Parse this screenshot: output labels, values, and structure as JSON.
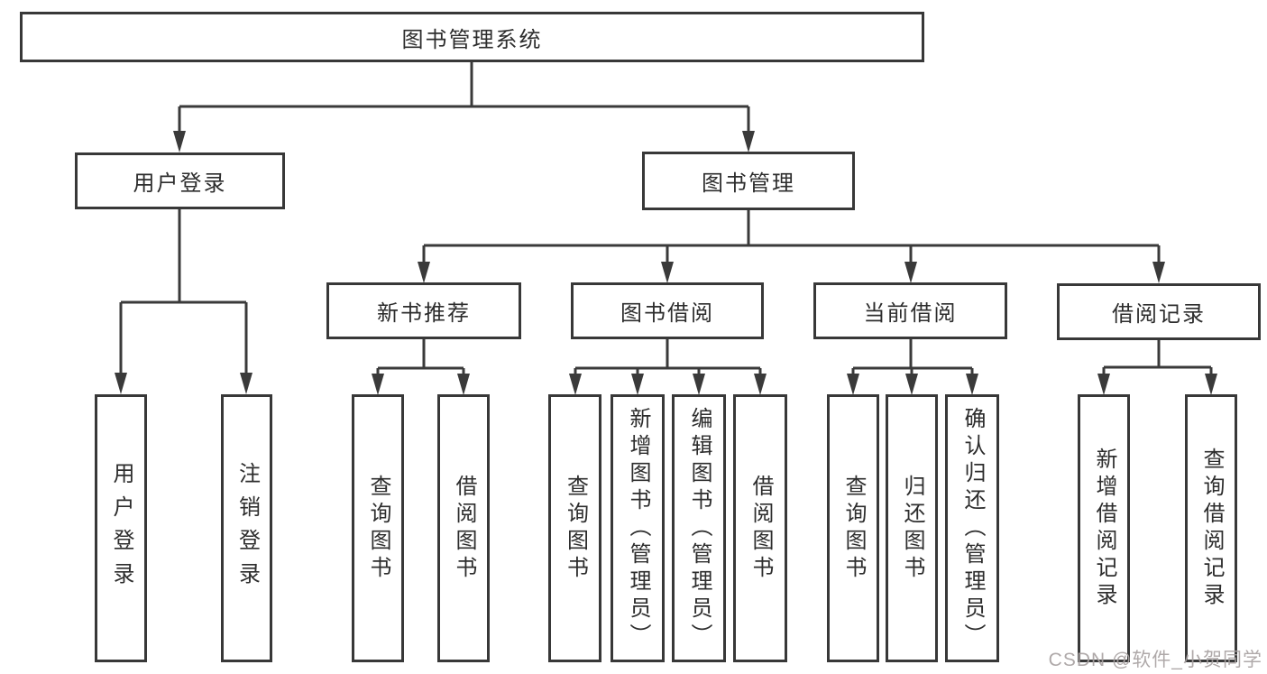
{
  "diagram": {
    "root": {
      "label": "图书管理系统"
    },
    "branches": [
      {
        "label": "用户登录",
        "children": [
          {
            "label": "用户登录"
          },
          {
            "label": "注销登录"
          }
        ]
      },
      {
        "label": "图书管理",
        "children": [
          {
            "label": "新书推荐",
            "children": [
              {
                "label": "查询图书"
              },
              {
                "label": "借阅图书"
              }
            ]
          },
          {
            "label": "图书借阅",
            "children": [
              {
                "label": "查询图书"
              },
              {
                "label": "新增图书（管理员）"
              },
              {
                "label": "编辑图书（管理员）"
              },
              {
                "label": "借阅图书"
              }
            ]
          },
          {
            "label": "当前借阅",
            "children": [
              {
                "label": "查询图书"
              },
              {
                "label": "归还图书"
              },
              {
                "label": "确认归还（管理员）"
              }
            ]
          },
          {
            "label": "借阅记录",
            "children": [
              {
                "label": "新增借阅记录"
              },
              {
                "label": "查询借阅记录"
              }
            ]
          }
        ]
      }
    ]
  },
  "watermark": {
    "text": "CSDN @软件_小贺同学"
  },
  "colors": {
    "background": "#ffffff",
    "box_fill": "#ffffff",
    "box_border": "#383838",
    "line": "#3a3a3a",
    "text": "#2d2d2d",
    "watermark": "#a8a2a2"
  }
}
